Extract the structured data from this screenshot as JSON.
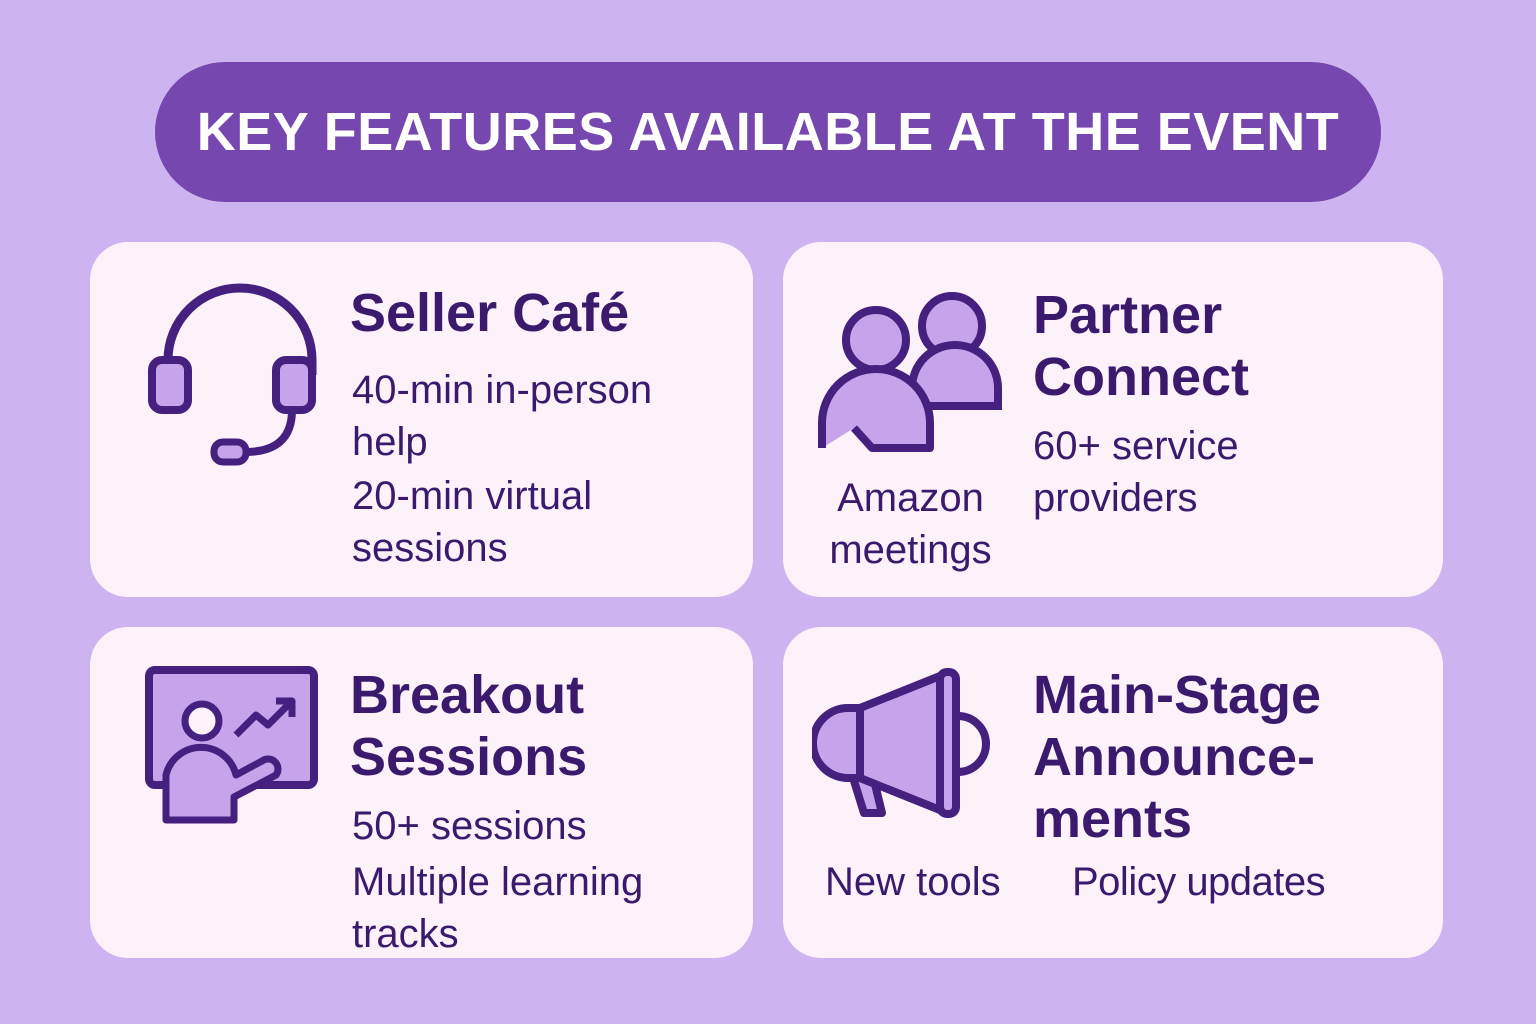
{
  "header": {
    "title": "KEY FEATURES AVAILABLE AT THE EVENT"
  },
  "cards": [
    {
      "title": "Seller Café",
      "lines": [
        "40-min in-person help",
        "20-min virtual sessions"
      ],
      "icon": "headset-icon"
    },
    {
      "title_lines": [
        "Partner",
        "Connect"
      ],
      "lines": [
        "60+ service providers"
      ],
      "icon_label": "Amazon meetings",
      "icon": "people-icon"
    },
    {
      "title_lines": [
        "Breakout",
        "Sessions"
      ],
      "lines": [
        "50+ sessions",
        "Multiple learning tracks"
      ],
      "icon": "presentation-icon"
    },
    {
      "title_lines": [
        "Main-Stage",
        "Announce-",
        "ments"
      ],
      "tags": [
        "New tools",
        "Policy updates"
      ],
      "icon": "megaphone-icon"
    }
  ],
  "colors": {
    "background": "#cdb3ef",
    "banner": "#7747b0",
    "card": "#fdf1fa",
    "text": "#3b1a6e",
    "icon_fill": "#c6a3ea"
  }
}
